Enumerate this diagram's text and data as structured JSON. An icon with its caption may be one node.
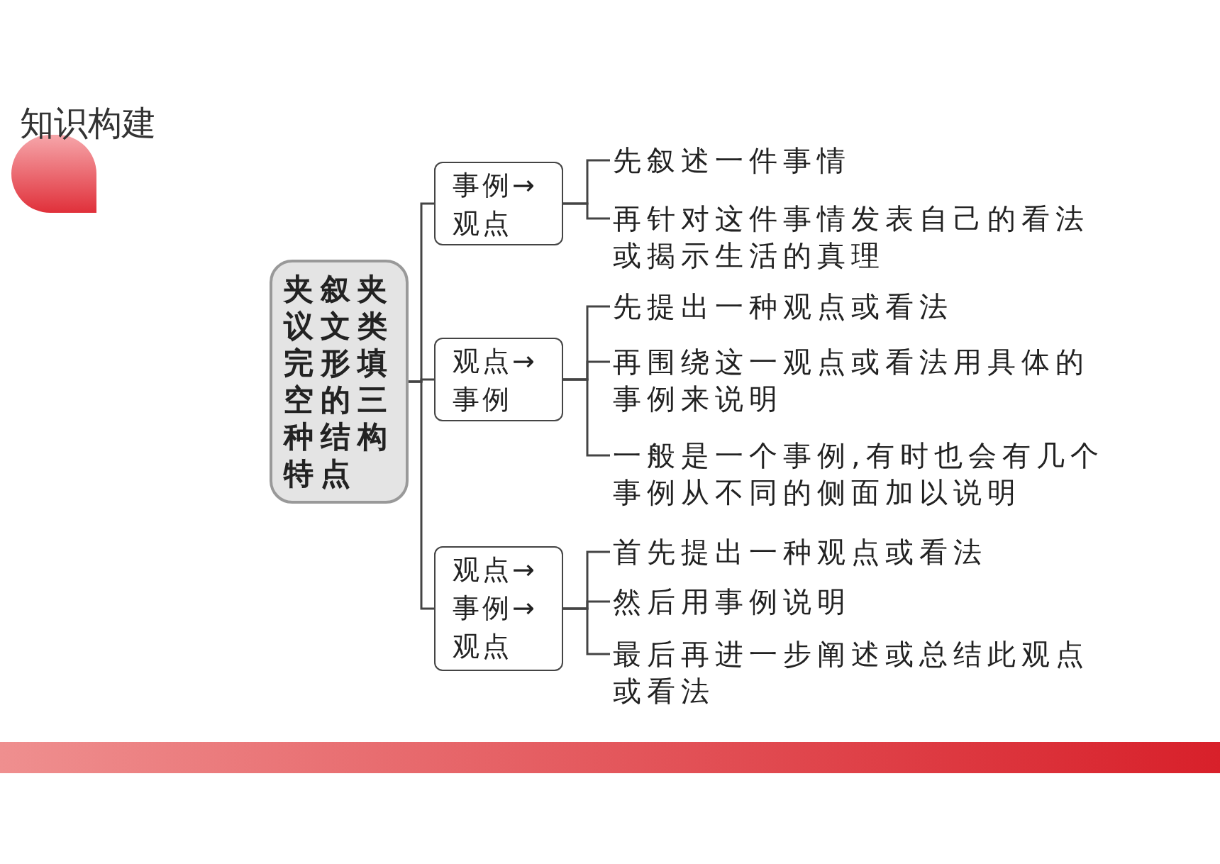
{
  "diagram": {
    "title": "知识构建",
    "nodes": [
      {
        "text": [
          "夹叙夹议文类完形填空的三种结构特点"
        ]
      },
      {
        "text": [
          "事例→观点"
        ]
      },
      {
        "text": [
          "观点→事例"
        ]
      },
      {
        "text": [
          "观点→事例→观点"
        ]
      },
      {
        "text": [
          "先叙述一件事情"
        ]
      },
      {
        "text": [
          "再针对这件事情发表自己的看法或揭示生活的真理"
        ]
      },
      {
        "text": [
          "先提出一种观点或看法"
        ]
      },
      {
        "text": [
          "再围绕这一观点或看法用具体的事例来说明"
        ]
      },
      {
        "text": [
          "一般是一个事例,有时也会有几个事例从不同的侧面加以说明"
        ]
      },
      {
        "text": [
          "首先提出一种观点或看法"
        ]
      },
      {
        "text": [
          "然后用事例说明"
        ]
      },
      {
        "text": [
          "最后再进一步阐述或总结此观点或看法"
        ]
      }
    ],
    "edges": [
      {
        "from": 0,
        "to": 1,
        "arrow": "none"
      },
      {
        "from": 0,
        "to": 2,
        "arrow": "none"
      },
      {
        "from": 0,
        "to": 3,
        "arrow": "none"
      },
      {
        "from": 1,
        "to": 4,
        "arrow": "none"
      },
      {
        "from": 1,
        "to": 5,
        "arrow": "none"
      },
      {
        "from": 2,
        "to": 6,
        "arrow": "none"
      },
      {
        "from": 2,
        "to": 7,
        "arrow": "none"
      },
      {
        "from": 2,
        "to": 8,
        "arrow": "none"
      },
      {
        "from": 3,
        "to": 9,
        "arrow": "none"
      },
      {
        "from": 3,
        "to": 10,
        "arrow": "none"
      },
      {
        "from": 3,
        "to": 11,
        "arrow": "none"
      }
    ]
  }
}
